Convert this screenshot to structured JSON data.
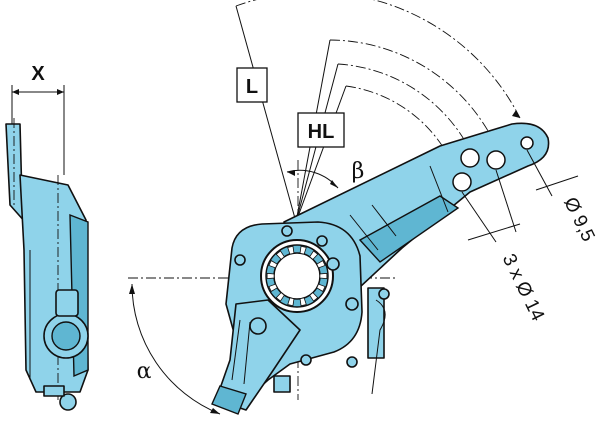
{
  "labels": {
    "x_dimension": "X",
    "lever_length": "L",
    "hole_lever_length": "HL",
    "beta_angle": "β",
    "alpha_angle": "α",
    "hole_count_diameter": "3 x Ø 14",
    "end_hole_diameter": "Ø 9,5"
  },
  "colors": {
    "body": "#8fd3ea",
    "body_shade": "#5fb6d2",
    "outline": "#111111",
    "background": "#ffffff"
  }
}
